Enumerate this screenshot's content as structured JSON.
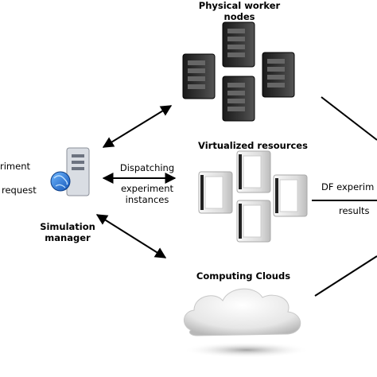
{
  "physical_nodes": {
    "line1": "Physical worker",
    "line2": "nodes"
  },
  "virtualized": {
    "label": "Virtualized resources"
  },
  "clouds": {
    "label": "Computing Clouds"
  },
  "manager": {
    "line1": "Simulation",
    "line2": "manager"
  },
  "request": {
    "line1": "riment",
    "line2": "request"
  },
  "dispatch": {
    "line1": "Dispatching",
    "line2": "experiment",
    "line3": "instances"
  },
  "results": {
    "line1": "DF experim",
    "line2": "results"
  }
}
